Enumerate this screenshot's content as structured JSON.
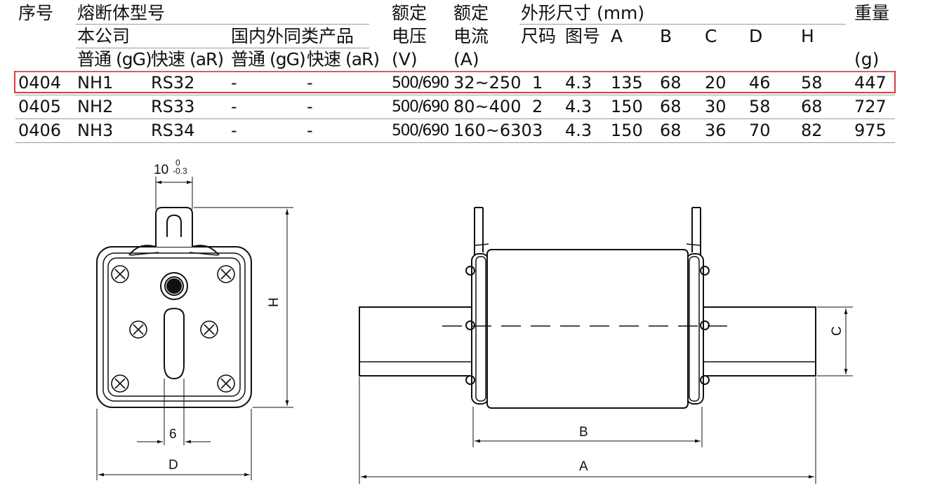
{
  "table": {
    "headers": {
      "serial": "序号",
      "model": "熔断体型号",
      "company": "本公司",
      "similar": "国内外同类产品",
      "normal_gg_1": "普通 (gG)",
      "fast_ar_1": "快速 (aR)",
      "normal_gg_2": "普通 (gG)",
      "fast_ar_2": "快速 (aR)",
      "rated_1": "额定",
      "voltage": "电压",
      "voltage_unit": "(V)",
      "rated_2": "额定",
      "current": "电流",
      "current_unit": "(A)",
      "dimensions": "外形尺寸 (mm)",
      "size": "尺码",
      "drawing": "图号",
      "A": "A",
      "B": "B",
      "C": "C",
      "D": "D",
      "H": "H",
      "weight": "重量",
      "weight_unit": "(g)"
    },
    "rows": [
      {
        "serial": "0404",
        "gg": "NH1",
        "ar": "RS32",
        "o_gg": "-",
        "o_ar": "-",
        "v": "500/690",
        "a": "32~250",
        "size": "1",
        "fig": "4.3",
        "A": "135",
        "B": "68",
        "C": "20",
        "D": "46",
        "H": "58",
        "w": "447"
      },
      {
        "serial": "0405",
        "gg": "NH2",
        "ar": "RS33",
        "o_gg": "-",
        "o_ar": "-",
        "v": "500/690",
        "a": "80~400",
        "size": "2",
        "fig": "4.3",
        "A": "150",
        "B": "68",
        "C": "30",
        "D": "58",
        "H": "68",
        "w": "727"
      },
      {
        "serial": "0406",
        "gg": "NH3",
        "ar": "RS34",
        "o_gg": "-",
        "o_ar": "-",
        "v": "500/690",
        "a": "160~630",
        "size": "3",
        "fig": "4.3",
        "A": "150",
        "B": "68",
        "C": "36",
        "D": "70",
        "H": "82",
        "w": "975"
      }
    ],
    "highlight_color": "#e0393e"
  },
  "drawing": {
    "labels": {
      "top_width": "10",
      "tol_upper": "0",
      "tol_lower": "-0.3",
      "slot": "6",
      "D": "D",
      "H": "H",
      "A": "A",
      "B": "B",
      "C": "C"
    }
  }
}
